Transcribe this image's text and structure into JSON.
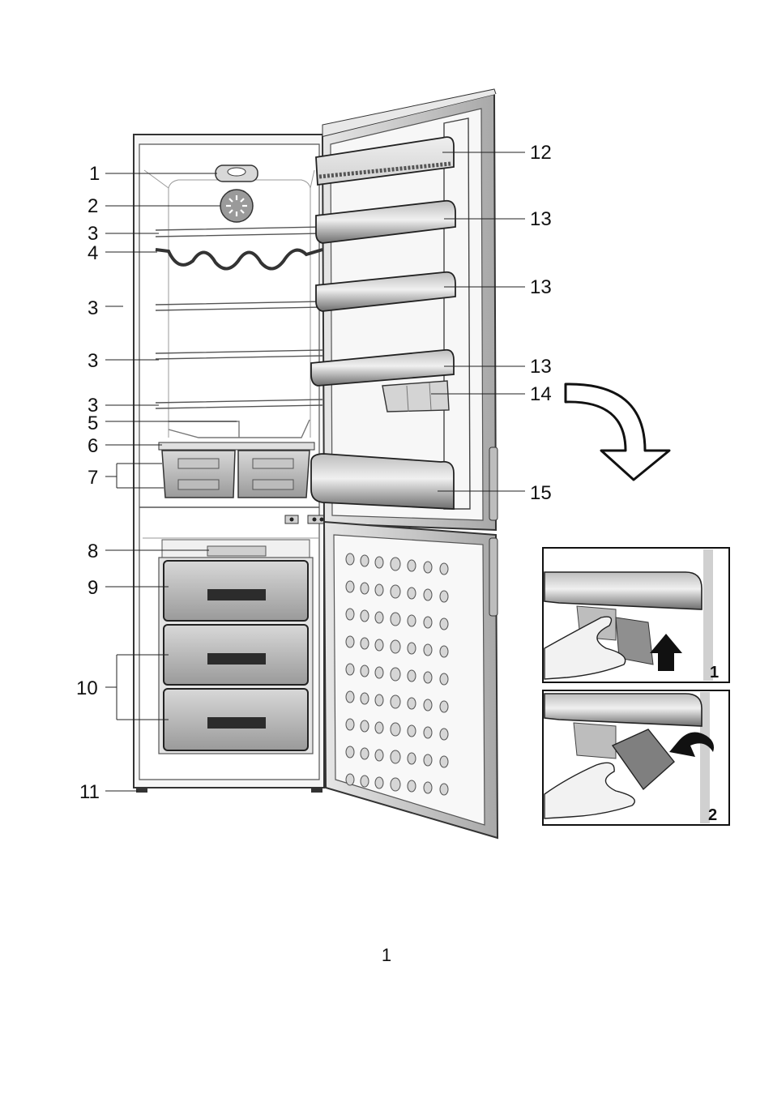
{
  "callouts": {
    "c1": "1",
    "c2": "2",
    "c3a": "3",
    "c4": "4",
    "c3b": "3",
    "c3c": "3",
    "c3d": "3",
    "c5": "5",
    "c6": "6",
    "c7": "7",
    "c8": "8",
    "c9": "9",
    "c10": "10",
    "c11": "11",
    "c12": "12",
    "c13a": "13",
    "c13b": "13",
    "c13c": "13",
    "c14": "14",
    "c15": "15"
  },
  "detail_panels": {
    "step1": "1",
    "step2": "2"
  },
  "page_number": "1",
  "icons": [
    "curved-arrow-icon",
    "up-arrow-icon",
    "rotate-arrow-icon"
  ]
}
